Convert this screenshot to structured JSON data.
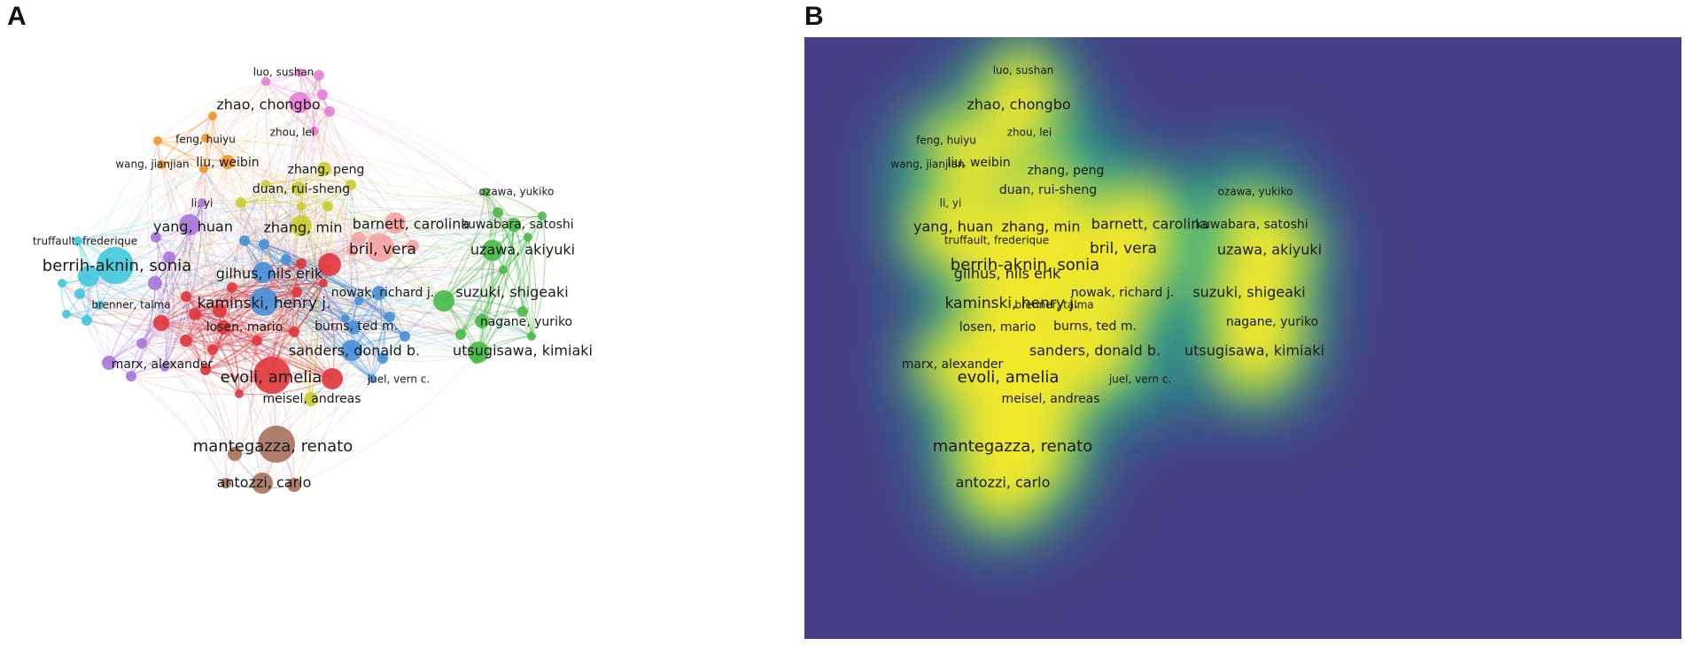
{
  "panels": {
    "network_letter": "A",
    "density_letter": "B"
  },
  "colors": {
    "red": "#e0393e",
    "green": "#4cbb4a",
    "blue": "#4a90d9",
    "yellow": "#cccc33",
    "purple": "#a877d9",
    "cyan": "#45c8dc",
    "orange": "#f29630",
    "brown": "#a87461",
    "pink": "#e87fd8",
    "salmon": "#f5a3a3",
    "density_bg": "#463f85",
    "density_mid": "#1fa68f",
    "density_high": "#f2e82a"
  },
  "authors": [
    {
      "id": "luo_sushan",
      "label": "luo, sushan",
      "cluster": "pink",
      "size": 1
    },
    {
      "id": "zhao_chongbo",
      "label": "zhao, chongbo",
      "cluster": "pink",
      "size": 3
    },
    {
      "id": "zhou_lei",
      "label": "zhou, lei",
      "cluster": "pink",
      "size": 1
    },
    {
      "id": "feng_huiyu",
      "label": "feng, huiyu",
      "cluster": "orange",
      "size": 1
    },
    {
      "id": "wang_jianjian",
      "label": "wang, jianjian",
      "cluster": "orange",
      "size": 1
    },
    {
      "id": "liu_weibin",
      "label": "liu, weibin",
      "cluster": "orange",
      "size": 2
    },
    {
      "id": "zhang_peng",
      "label": "zhang, peng",
      "cluster": "yellow",
      "size": 2
    },
    {
      "id": "duan_ruisheng",
      "label": "duan, rui-sheng",
      "cluster": "yellow",
      "size": 2
    },
    {
      "id": "li_yi",
      "label": "li, yi",
      "cluster": "purple",
      "size": 1
    },
    {
      "id": "yang_huan",
      "label": "yang, huan",
      "cluster": "purple",
      "size": 3
    },
    {
      "id": "zhang_min",
      "label": "zhang, min",
      "cluster": "yellow",
      "size": 3
    },
    {
      "id": "barnett_carolina",
      "label": "barnett, carolina",
      "cluster": "salmon",
      "size": 3
    },
    {
      "id": "bril_vera",
      "label": "bril, vera",
      "cluster": "salmon",
      "size": 4
    },
    {
      "id": "truffault_frederique",
      "label": "truffault, frederique",
      "cluster": "cyan",
      "size": 1
    },
    {
      "id": "berrih_aknin_sonia",
      "label": "berrih-aknin, sonia",
      "cluster": "cyan",
      "size": 5
    },
    {
      "id": "gilhus_nils_erik",
      "label": "gilhus, nils erik",
      "cluster": "blue",
      "size": 3
    },
    {
      "id": "kaminski_henry",
      "label": "kaminski, henry j.",
      "cluster": "blue",
      "size": 4
    },
    {
      "id": "nowak_richard",
      "label": "nowak, richard j.",
      "cluster": "blue",
      "size": 2
    },
    {
      "id": "brenner_talma",
      "label": "brenner, talma",
      "cluster": "cyan",
      "size": 1
    },
    {
      "id": "losen_mario",
      "label": "losen, mario",
      "cluster": "red",
      "size": 2
    },
    {
      "id": "burns_ted",
      "label": "burns, ted m.",
      "cluster": "blue",
      "size": 2
    },
    {
      "id": "marx_alexander",
      "label": "marx, alexander",
      "cluster": "purple",
      "size": 2
    },
    {
      "id": "sanders_donald",
      "label": "sanders, donald b.",
      "cluster": "blue",
      "size": 3
    },
    {
      "id": "evoli_amelia",
      "label": "evoli, amelia",
      "cluster": "red",
      "size": 5
    },
    {
      "id": "juel_vern",
      "label": "juel, vern c.",
      "cluster": "blue",
      "size": 1
    },
    {
      "id": "meisel_andreas",
      "label": "meisel, andreas",
      "cluster": "yellow",
      "size": 2
    },
    {
      "id": "mantegazza_renato",
      "label": "mantegazza, renato",
      "cluster": "brown",
      "size": 5
    },
    {
      "id": "antozzi_carlo",
      "label": "antozzi, carlo",
      "cluster": "brown",
      "size": 3
    },
    {
      "id": "ozawa_yukiko",
      "label": "ozawa, yukiko",
      "cluster": "green",
      "size": 1
    },
    {
      "id": "kuwabara_satoshi",
      "label": "kuwabara, satoshi",
      "cluster": "green",
      "size": 2
    },
    {
      "id": "uzawa_akiyuki",
      "label": "uzawa, akiyuki",
      "cluster": "green",
      "size": 3
    },
    {
      "id": "suzuki_shigeaki",
      "label": "suzuki, shigeaki",
      "cluster": "green",
      "size": 3
    },
    {
      "id": "nagane_yuriko",
      "label": "nagane, yuriko",
      "cluster": "green",
      "size": 2
    },
    {
      "id": "utsugisawa_kimiaki",
      "label": "utsugisawa, kimiaki",
      "cluster": "green",
      "size": 3
    }
  ]
}
